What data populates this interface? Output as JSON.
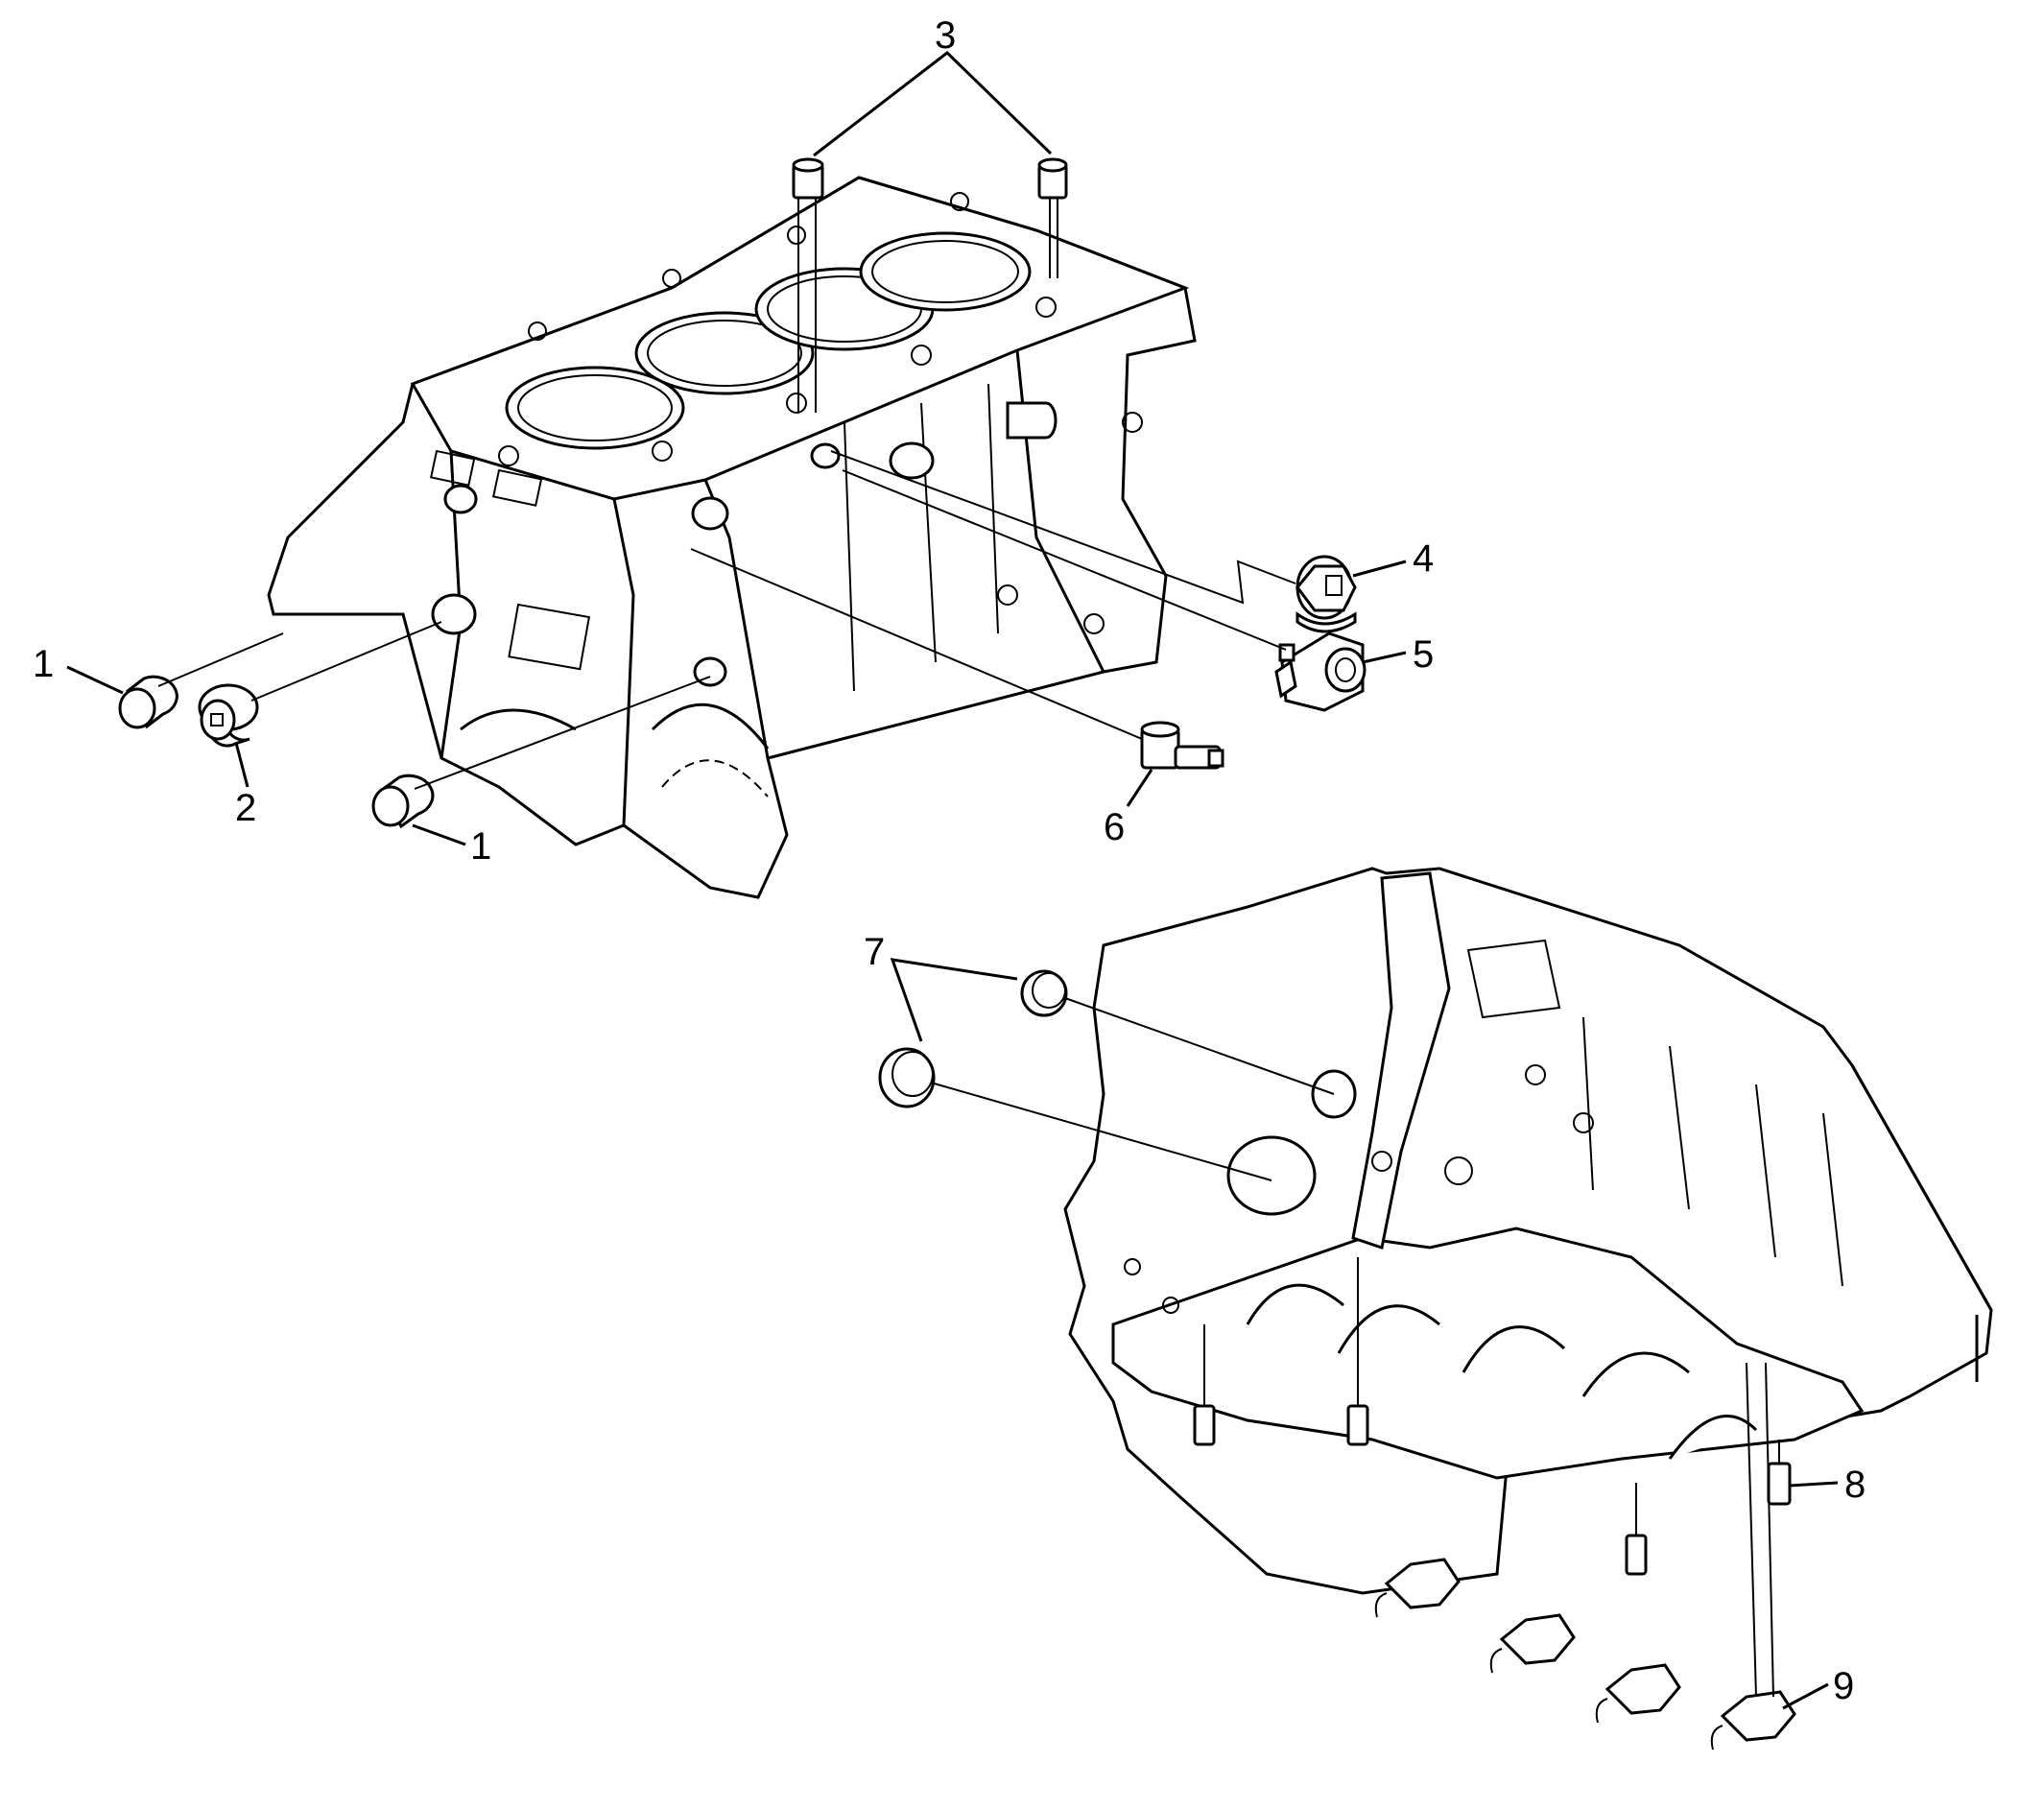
{
  "callouts": {
    "c1a": "1",
    "c1b": "1",
    "c2": "2",
    "c3": "3",
    "c4": "4",
    "c5": "5",
    "c6": "6",
    "c7": "7",
    "c8": "8",
    "c9": "9"
  },
  "colors": {
    "line": "#000000",
    "background": "#ffffff"
  }
}
